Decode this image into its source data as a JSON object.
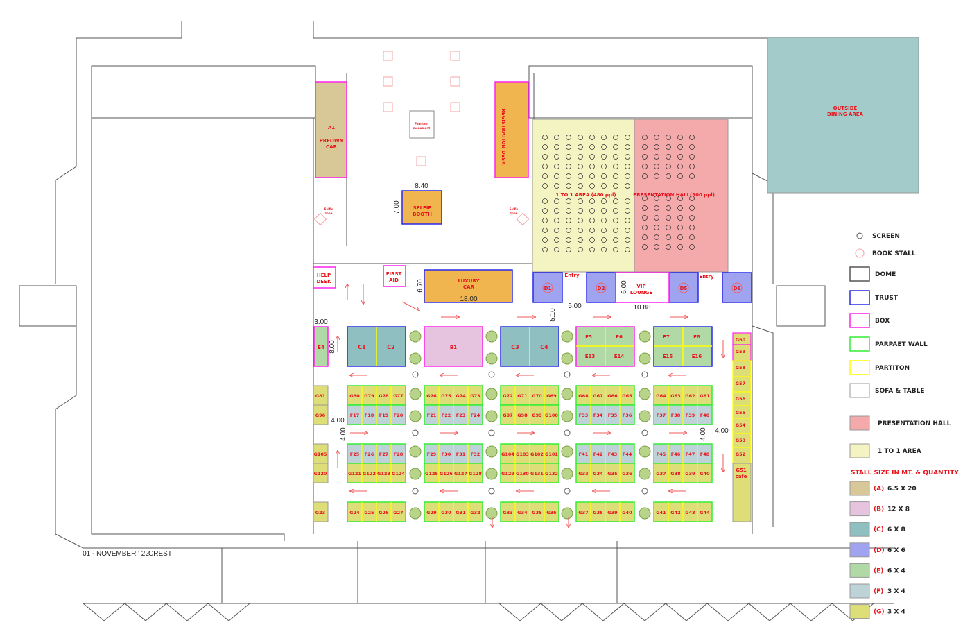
{
  "colors": {
    "A": "#d9c897",
    "B": "#e6c3df",
    "C": "#8fbfc0",
    "D": "#a0a4f0",
    "E": "#b1d9a6",
    "F": "#bdd3d8",
    "G": "#dede78",
    "presentation": "#f4a9ab",
    "one_to_one": "#f4f4c2",
    "orange": "#f1b54f",
    "dining": "#a3cbc9",
    "trust": "#2a2ae8",
    "box": "#ff22ee",
    "parapet": "#33ee33",
    "partition": "#ffff00",
    "label": "#e8141c"
  },
  "areas": {
    "outside_dining": "OUTSIDE DINING AREA",
    "a1": "A1",
    "preown_car": "PREOWN CAR",
    "registration_desk": "REGISTRATION DESK",
    "fountain": "Fountain monument",
    "selfie_booth": "SELFIE BOOTH",
    "selfie_zone": "Selfie zone",
    "one_to_one": "1 TO 1 AREA (480 ppl)",
    "presentation_hall": "PRESENTATION HALL(300 ppl)",
    "help_desk": "HELP DESK",
    "first_aid": "FIRST AID",
    "luxury_car": "LUXURY CAR",
    "vip_lounge": "VIP LOUNGE",
    "entry": "Entry",
    "date_plate": "01 - NOVEMBER ' 22",
    "crest": "CREST"
  },
  "dimensions": {
    "selfie_w": "8.40",
    "selfie_h": "7.00",
    "lux_h": "6.70",
    "lux_w": "18.00",
    "gap_510": "5.10",
    "gap_500": "5.00",
    "vip_h": "6.00",
    "vip_w": "10.88",
    "e4_w": "3.00",
    "e4_h": "8.00",
    "aisle": "4.00"
  },
  "d_stalls": [
    "D1",
    "D2",
    "D5",
    "D6"
  ],
  "top_blocks": [
    {
      "type": "E",
      "labels": [
        "E4"
      ]
    },
    {
      "type": "C",
      "labels": [
        "C1",
        "C2"
      ]
    },
    {
      "type": "B",
      "labels": [
        "B1"
      ]
    },
    {
      "type": "C",
      "labels": [
        "C3",
        "C4"
      ]
    },
    {
      "type": "E",
      "labels": [
        "E5",
        "E6",
        "E13",
        "E14"
      ]
    },
    {
      "type": "E",
      "labels": [
        "E7",
        "E8",
        "E15",
        "E16"
      ]
    }
  ],
  "stall_rows": [
    {
      "types": [
        "G",
        "G",
        "G",
        "G",
        "G"
      ],
      "blocks": [
        [
          "G80",
          "G79",
          "G78",
          "G77"
        ],
        [
          "G76",
          "G75",
          "G74",
          "G73"
        ],
        [
          "G72",
          "G71",
          "G70",
          "G69"
        ],
        [
          "G68",
          "G67",
          "G66",
          "G65"
        ],
        [
          "G64",
          "G63",
          "G62",
          "G61"
        ]
      ]
    },
    {
      "types": [
        "F",
        "F",
        "G",
        "F",
        "F"
      ],
      "blocks": [
        [
          "F17",
          "F18",
          "F19",
          "F20"
        ],
        [
          "F21",
          "F22",
          "F23",
          "F24"
        ],
        [
          "G97",
          "G98",
          "G99",
          "G100"
        ],
        [
          "F33",
          "F34",
          "F35",
          "F36"
        ],
        [
          "F37",
          "F38",
          "F39",
          "F40"
        ]
      ]
    },
    {
      "types": [
        "F",
        "F",
        "G",
        "F",
        "F"
      ],
      "blocks": [
        [
          "F25",
          "F26",
          "F27",
          "F28"
        ],
        [
          "F29",
          "F30",
          "F31",
          "F32"
        ],
        [
          "G104",
          "G103",
          "G102",
          "G101"
        ],
        [
          "F41",
          "F42",
          "F43",
          "F44"
        ],
        [
          "F45",
          "F46",
          "F47",
          "F48"
        ]
      ]
    },
    {
      "types": [
        "G",
        "G",
        "G",
        "G",
        "G"
      ],
      "blocks": [
        [
          "G121",
          "G122",
          "G123",
          "G124"
        ],
        [
          "G125",
          "G126",
          "G127",
          "G128"
        ],
        [
          "G129",
          "G130",
          "G131",
          "G132"
        ],
        [
          "G33",
          "G34",
          "G35",
          "G36"
        ],
        [
          "G37",
          "G38",
          "G39",
          "G40"
        ]
      ]
    },
    {
      "types": [
        "G",
        "G",
        "G",
        "G",
        "G"
      ],
      "blocks": [
        [
          "G24",
          "G25",
          "G26",
          "G27"
        ],
        [
          "G29",
          "G30",
          "G31",
          "G32"
        ],
        [
          "G33",
          "G34",
          "G35",
          "G36"
        ],
        [
          "G37",
          "G38",
          "G39",
          "G40"
        ],
        [
          "G41",
          "G42",
          "G43",
          "G44"
        ]
      ]
    }
  ],
  "left_column": [
    "G81",
    "G96",
    "G105",
    "G120",
    "G23"
  ],
  "right_column": [
    "G60",
    "G59",
    "G58",
    "G57",
    "G56",
    "G55",
    "G54",
    "G53",
    "G52",
    "G51 cafe"
  ],
  "legend": {
    "symbols": [
      {
        "key": "screen",
        "label": "SCREEN"
      },
      {
        "key": "book",
        "label": "BOOK STALL"
      },
      {
        "key": "dome",
        "label": "DOME",
        "stroke": "#555555"
      },
      {
        "key": "trust",
        "label": "TRUST",
        "stroke": "#2a2ae8"
      },
      {
        "key": "box",
        "label": "BOX",
        "stroke": "#ff22ee"
      },
      {
        "key": "parapet",
        "label": "PARPAET WALL",
        "stroke": "#33ee33"
      },
      {
        "key": "partition",
        "label": "PARTITON",
        "stroke": "#ffff00"
      },
      {
        "key": "sofa",
        "label": "SOFA & TABLE",
        "stroke": "#bbbbbb"
      },
      {
        "key": "presentation",
        "label": "PRESENTATION HALL",
        "fill": "#f4a9ab"
      },
      {
        "key": "one",
        "label": "1 TO 1 AREA",
        "fill": "#f4f4c2"
      }
    ],
    "stall_title": "STALL SIZE IN MT. & QUANTITY",
    "stall_sizes": [
      {
        "code": "(A)",
        "size": "6.5 X 20",
        "fill": "#d9c897"
      },
      {
        "code": "(B)",
        "size": "12 X 8",
        "fill": "#e6c3df"
      },
      {
        "code": "(C)",
        "size": "6 X 8",
        "fill": "#8fbfc0"
      },
      {
        "code": "(D)",
        "size": "6 X 6",
        "fill": "#a0a4f0"
      },
      {
        "code": "(E)",
        "size": "6 X 4",
        "fill": "#b1d9a6"
      },
      {
        "code": "(F)",
        "size": "3 X 4",
        "fill": "#bdd3d8"
      },
      {
        "code": "(G)",
        "size": "3 X 4",
        "fill": "#dede78"
      }
    ]
  }
}
